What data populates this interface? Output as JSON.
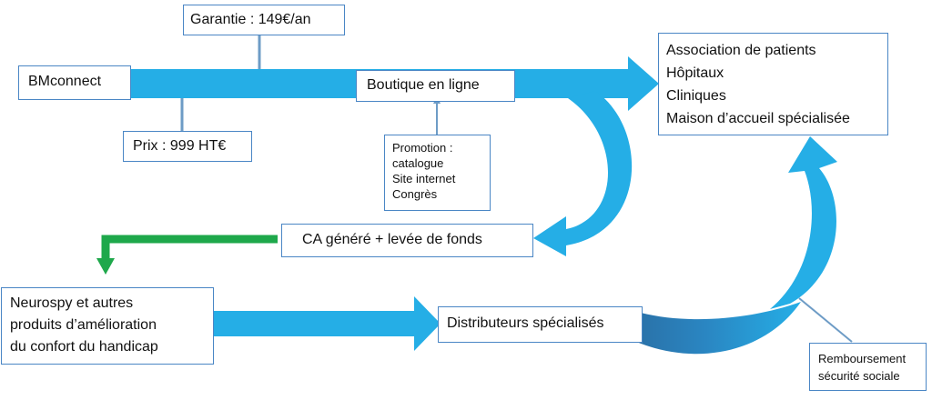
{
  "colors": {
    "arrow_blue": "#25aee6",
    "arrow_dark": "#2a6fa5",
    "arrow_green": "#1ea84b",
    "box_border": "#4a86c5",
    "connector": "#6e9cc6"
  },
  "nodes": {
    "bmconnect": "BMconnect",
    "garantie": "Garantie : 149€/an",
    "prix": "Prix : 999 HT€",
    "boutique": "Boutique en ligne",
    "promotion": [
      "Promotion :",
      "catalogue",
      "Site internet",
      "Congrès"
    ],
    "clients": [
      "Association de patients",
      "Hôpitaux",
      "Cliniques",
      "Maison d’accueil spécialisée"
    ],
    "ca": "CA généré + levée de fonds",
    "neurospy": [
      "Neurospy et autres",
      "produits d’amélioration",
      "du confort du handicap"
    ],
    "distributeurs": "Distributeurs spécialisés",
    "remboursement": [
      "Remboursement",
      "sécurité sociale"
    ]
  }
}
